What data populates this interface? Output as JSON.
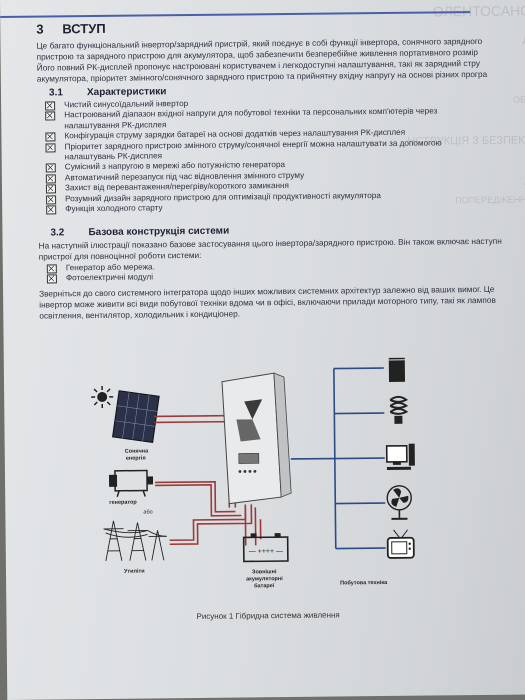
{
  "section": {
    "number": "3",
    "title": "ВСТУП"
  },
  "intro_lines": [
    "Це багато функціональний інвертор/зарядний пристрій, який поєднує в собі функції інвертора, сонячного зарядного",
    "пристрою та зарядного пристрою для акумулятора, щоб забезпечити безперебійне живлення портативного розмір",
    "Його повний РК-дисплей пропонує настроювані користувачем і легкодоступні налаштування, такі як зарядний стру",
    "акумулятора, пріоритет змінного/сонячного зарядного пристрою та прийнятну вхідну напругу на основі різних програ"
  ],
  "sub1": {
    "number": "3.1",
    "title": "Характеристики"
  },
  "features": [
    "Чистий синусоїдальний інвертор",
    "Настроюваний діапазон вхідної напруги для побутової техніки та персональних комп'ютерів через",
    "налаштування РК-дисплея",
    "Конфігурація струму зарядки батареї на основі додатків через налаштування РК-дисплея",
    "Пріоритет зарядного пристрою змінного струму/сонячної енергії можна налаштувати за допомогою",
    "налаштувань РК-дисплея",
    "Сумісний з напругою в мережі або потужністю генератора",
    "Автоматичний перезапуск під час відновлення змінного струму",
    "Захист від перевантаження/перегріву/короткого замикання",
    "Розумний дизайн зарядного пристрою для оптимізації продуктивності акумулятора",
    "Функція холодного старту"
  ],
  "sub2": {
    "number": "3.2",
    "title": "Базова конструкція системи"
  },
  "sys_lines": [
    "На наступній ілюстрації показано базове застосування цього інвертора/зарядного пристрою. Він також включає наступн",
    "пристрої для повноцінної роботи системи:"
  ],
  "devices": [
    "Генератор або мережа.",
    "Фотоелектричні модулі"
  ],
  "after_lines": [
    "Зверніться до свого системного інтегратора щодо інших можливих системних архітектур залежно від ваших вимог. Це",
    "інвертор може живити всі види побутової техніки вдома чи в офісі, включаючи прилади моторного типу, такі як лампов",
    "освітлення, вентилятор, холодильник і кондиціонер."
  ],
  "diagram": {
    "solar_label": [
      "Сонячна",
      "енергія"
    ],
    "generator_label": "генератор",
    "or_label": "або",
    "utility_label": "Утиліти",
    "battery_label": [
      "Зовнішні",
      "акумуляторні",
      "батареї"
    ],
    "appliances_label": "Побутова техніка",
    "colors": {
      "red_wire": "#9c3a3a",
      "blue_wire": "#2c4a86"
    }
  },
  "caption": "Рисунок 1 Гібридна система живлення"
}
